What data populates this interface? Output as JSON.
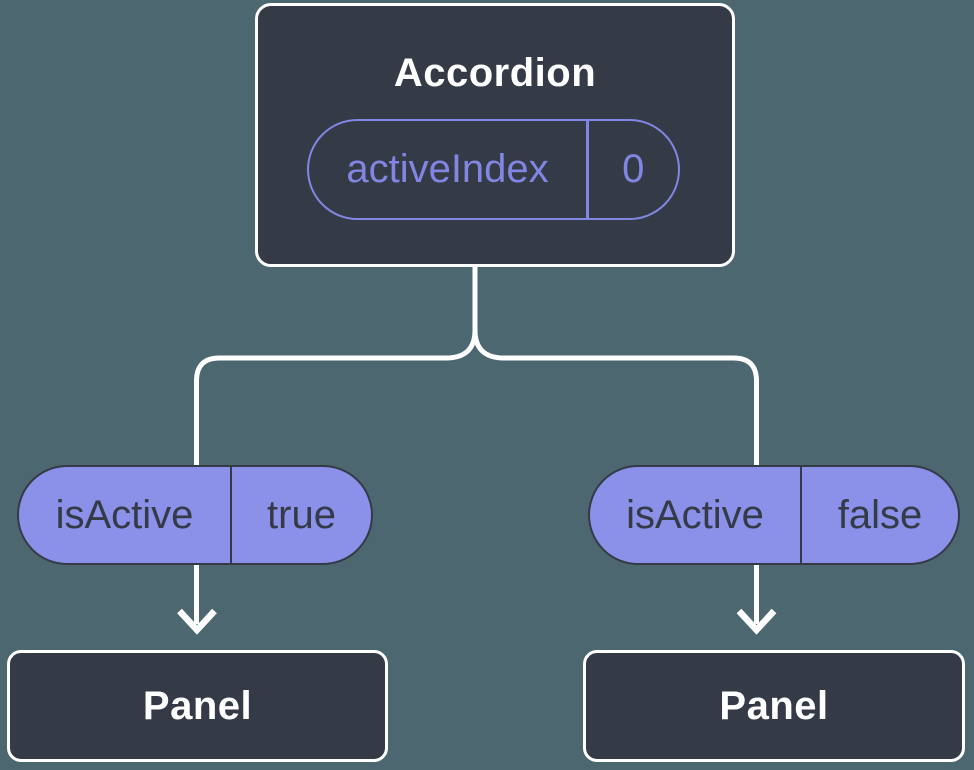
{
  "diagram": {
    "type": "component-tree",
    "colors": {
      "background": "#4C6770",
      "node_fill": "#343A46",
      "node_border": "#FFFFFF",
      "pill_fill": "#8B90E9",
      "pill_dark_outline": "#343A46",
      "accent_purple": "#8186E3",
      "connector_line": "#FFFFFF",
      "heading_text": "#FFFFFF"
    },
    "icons": {
      "arrowhead": "chevron-down"
    },
    "root_node": {
      "title": "Accordion",
      "state_pill": {
        "name": "activeIndex",
        "value": "0"
      }
    },
    "branches": [
      {
        "side": "left",
        "prop_pill": {
          "name": "isActive",
          "value": "true"
        },
        "child_node": {
          "title": "Panel"
        }
      },
      {
        "side": "right",
        "prop_pill": {
          "name": "isActive",
          "value": "false"
        },
        "child_node": {
          "title": "Panel"
        }
      }
    ]
  }
}
